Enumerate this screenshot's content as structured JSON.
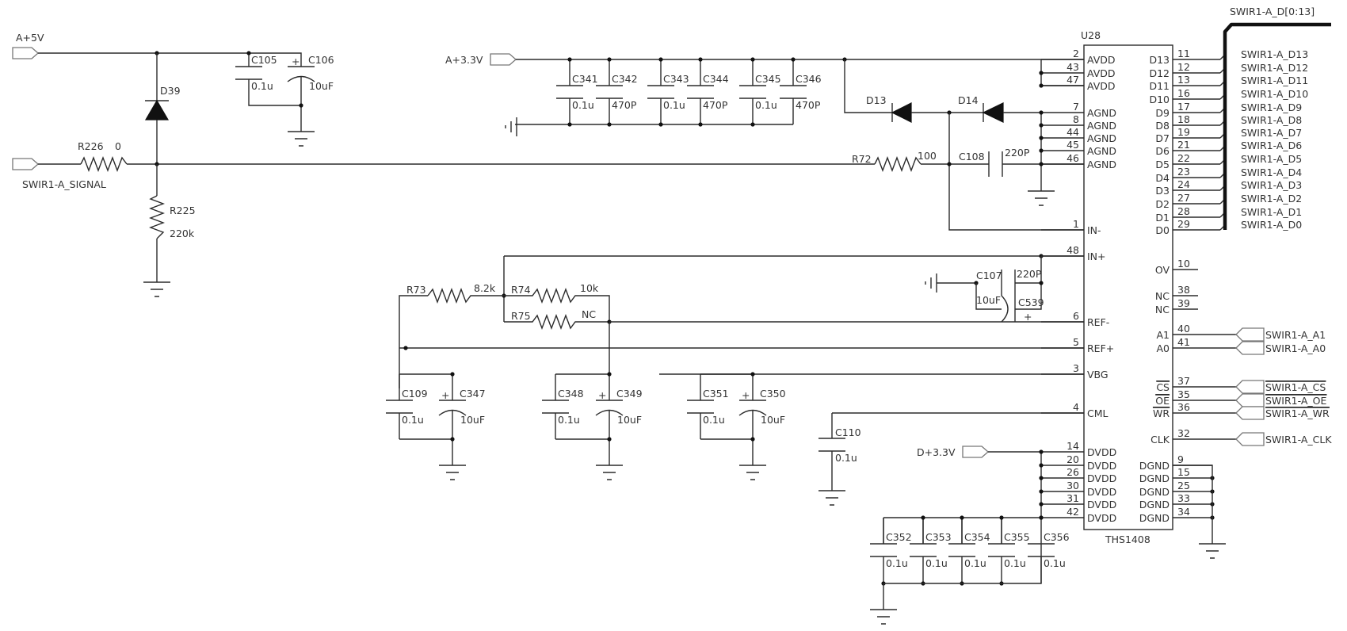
{
  "nets": {
    "a5v": "A+5V",
    "a33v": "A+3.3V",
    "d33v": "D+3.3V",
    "signal": "SWIR1-A_SIGNAL",
    "bus": "SWIR1-A_D[0:13]",
    "a1": "SWIR1-A_A1",
    "a0": "SWIR1-A_A0",
    "cs": "SWIR1-A_CS",
    "oe": "SWIR1-A_OE",
    "wr": "SWIR1-A_WR",
    "clk": "SWIR1-A_CLK"
  },
  "data_nets": [
    "SWIR1-A_D13",
    "SWIR1-A_D12",
    "SWIR1-A_D11",
    "SWIR1-A_D10",
    "SWIR1-A_D9",
    "SWIR1-A_D8",
    "SWIR1-A_D7",
    "SWIR1-A_D6",
    "SWIR1-A_D5",
    "SWIR1-A_D4",
    "SWIR1-A_D3",
    "SWIR1-A_D2",
    "SWIR1-A_D1",
    "SWIR1-A_D0"
  ],
  "chip": {
    "ref": "U28",
    "part": "THS1408",
    "left_pins": [
      {
        "num": "2",
        "name": "AVDD"
      },
      {
        "num": "43",
        "name": "AVDD"
      },
      {
        "num": "47",
        "name": "AVDD"
      },
      {
        "num": "7",
        "name": "AGND"
      },
      {
        "num": "8",
        "name": "AGND"
      },
      {
        "num": "44",
        "name": "AGND"
      },
      {
        "num": "45",
        "name": "AGND"
      },
      {
        "num": "46",
        "name": "AGND"
      },
      {
        "num": "1",
        "name": "IN-"
      },
      {
        "num": "48",
        "name": "IN+"
      },
      {
        "num": "6",
        "name": "REF-"
      },
      {
        "num": "5",
        "name": "REF+"
      },
      {
        "num": "3",
        "name": "VBG"
      },
      {
        "num": "4",
        "name": "CML"
      },
      {
        "num": "14",
        "name": "DVDD"
      },
      {
        "num": "20",
        "name": "DVDD"
      },
      {
        "num": "26",
        "name": "DVDD"
      },
      {
        "num": "30",
        "name": "DVDD"
      },
      {
        "num": "31",
        "name": "DVDD"
      },
      {
        "num": "42",
        "name": "DVDD"
      }
    ],
    "right_pins": [
      {
        "num": "11",
        "name": "D13"
      },
      {
        "num": "12",
        "name": "D12"
      },
      {
        "num": "13",
        "name": "D11"
      },
      {
        "num": "16",
        "name": "D10"
      },
      {
        "num": "17",
        "name": "D9"
      },
      {
        "num": "18",
        "name": "D8"
      },
      {
        "num": "19",
        "name": "D7"
      },
      {
        "num": "21",
        "name": "D6"
      },
      {
        "num": "22",
        "name": "D5"
      },
      {
        "num": "23",
        "name": "D4"
      },
      {
        "num": "24",
        "name": "D3"
      },
      {
        "num": "27",
        "name": "D2"
      },
      {
        "num": "28",
        "name": "D1"
      },
      {
        "num": "29",
        "name": "D0"
      },
      {
        "num": "10",
        "name": "OV"
      },
      {
        "num": "38",
        "name": "NC"
      },
      {
        "num": "39",
        "name": "NC"
      },
      {
        "num": "40",
        "name": "A1"
      },
      {
        "num": "41",
        "name": "A0"
      },
      {
        "num": "37",
        "name": "CS"
      },
      {
        "num": "35",
        "name": "OE"
      },
      {
        "num": "36",
        "name": "WR"
      },
      {
        "num": "32",
        "name": "CLK"
      },
      {
        "num": "9",
        "name": "DGND"
      },
      {
        "num": "15",
        "name": "DGND"
      },
      {
        "num": "25",
        "name": "DGND"
      },
      {
        "num": "33",
        "name": "DGND"
      },
      {
        "num": "34",
        "name": "DGND"
      }
    ]
  },
  "components": {
    "D39": {
      "ref": "D39"
    },
    "D13": {
      "ref": "D13"
    },
    "D14": {
      "ref": "D14"
    },
    "R226": {
      "ref": "R226",
      "value": "0"
    },
    "R225": {
      "ref": "R225",
      "value": "220k"
    },
    "R72": {
      "ref": "R72",
      "value": "100"
    },
    "R73": {
      "ref": "R73",
      "value": "8.2k"
    },
    "R74": {
      "ref": "R74",
      "value": "10k"
    },
    "R75": {
      "ref": "R75",
      "value": "NC"
    },
    "C105": {
      "ref": "C105",
      "value": "0.1u"
    },
    "C106": {
      "ref": "C106",
      "value": "10uF"
    },
    "C341": {
      "ref": "C341",
      "value": "0.1u"
    },
    "C342": {
      "ref": "C342",
      "value": "470P"
    },
    "C343": {
      "ref": "C343",
      "value": "0.1u"
    },
    "C344": {
      "ref": "C344",
      "value": "470P"
    },
    "C345": {
      "ref": "C345",
      "value": "0.1u"
    },
    "C346": {
      "ref": "C346",
      "value": "470P"
    },
    "C108": {
      "ref": "C108",
      "value": "220P"
    },
    "C107": {
      "ref": "C107",
      "value": "10uF"
    },
    "C539": {
      "ref": "C539",
      "value": "220P"
    },
    "C109": {
      "ref": "C109",
      "value": "0.1u"
    },
    "C347": {
      "ref": "C347",
      "value": "10uF"
    },
    "C348": {
      "ref": "C348",
      "value": "0.1u"
    },
    "C349": {
      "ref": "C349",
      "value": "10uF"
    },
    "C351": {
      "ref": "C351",
      "value": "0.1u"
    },
    "C350": {
      "ref": "C350",
      "value": "10uF"
    },
    "C110": {
      "ref": "C110",
      "value": "0.1u"
    },
    "C352": {
      "ref": "C352",
      "value": "0.1u"
    },
    "C353": {
      "ref": "C353",
      "value": "0.1u"
    },
    "C354": {
      "ref": "C354",
      "value": "0.1u"
    },
    "C355": {
      "ref": "C355",
      "value": "0.1u"
    },
    "C356": {
      "ref": "C356",
      "value": "0.1u"
    }
  },
  "symbols": {
    "plus": "+"
  }
}
